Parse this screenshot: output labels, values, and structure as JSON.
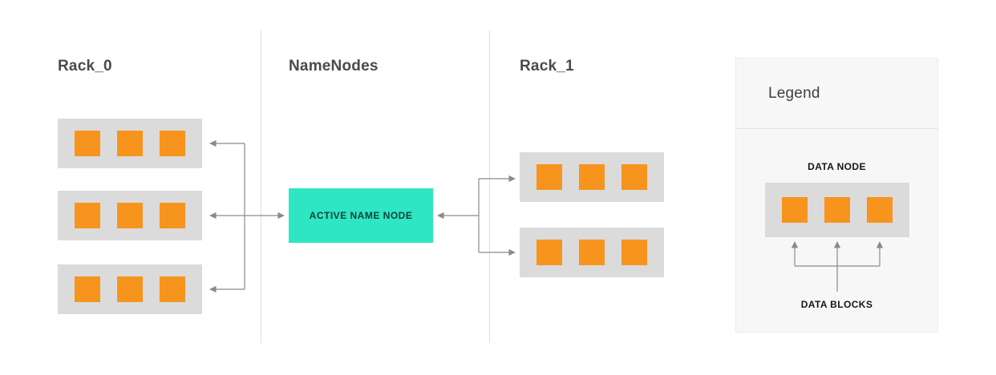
{
  "columns": {
    "rack_0": {
      "label": "Rack_0",
      "data_node_count": 3,
      "blocks_per_node": 3
    },
    "name_nodes": {
      "label": "NameNodes",
      "active_name_node_label": "ACTIVE NAME NODE"
    },
    "rack_1": {
      "label": "Rack_1",
      "data_node_count": 2,
      "blocks_per_node": 3
    }
  },
  "legend": {
    "title": "Legend",
    "data_node_label": "DATA NODE",
    "data_blocks_label": "DATA BLOCKS"
  },
  "colors": {
    "data_block": "#F7941D",
    "data_node_bg": "#DBDBDB",
    "active_name_node_bg": "#2EE5C4",
    "legend_bg": "#F7F7F7",
    "arrow": "#8A8A8A",
    "text": "#4A4A4A"
  }
}
